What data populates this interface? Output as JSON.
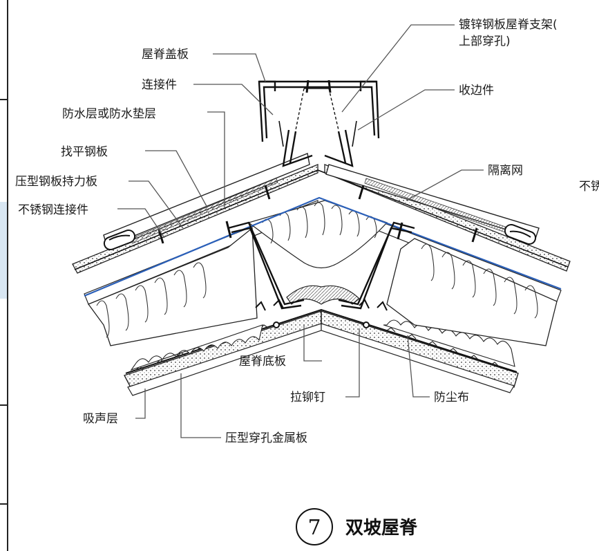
{
  "title": {
    "number": "7",
    "text": "双坡屋脊"
  },
  "labels": {
    "ridge_cover": "屋脊盖板",
    "connector": "连接件",
    "waterproof": "防水层或防水垫层",
    "leveling_steel": "找平钢板",
    "pressed_steel": "压型钢板持力板",
    "ss_connector": "不锈钢连接件",
    "bracket_line1": "镀锌钢板屋脊支架(",
    "bracket_line2": "上部穿孔)",
    "edge_trim": "收边件",
    "isolation_mesh": "隔离网",
    "cut_off": "不锈",
    "ridge_bottom": "屋脊底板",
    "rivet": "拉铆钉",
    "dust_cloth": "防尘布",
    "sound_absorb": "吸声层",
    "perforated": "压型穿孔金属板"
  }
}
